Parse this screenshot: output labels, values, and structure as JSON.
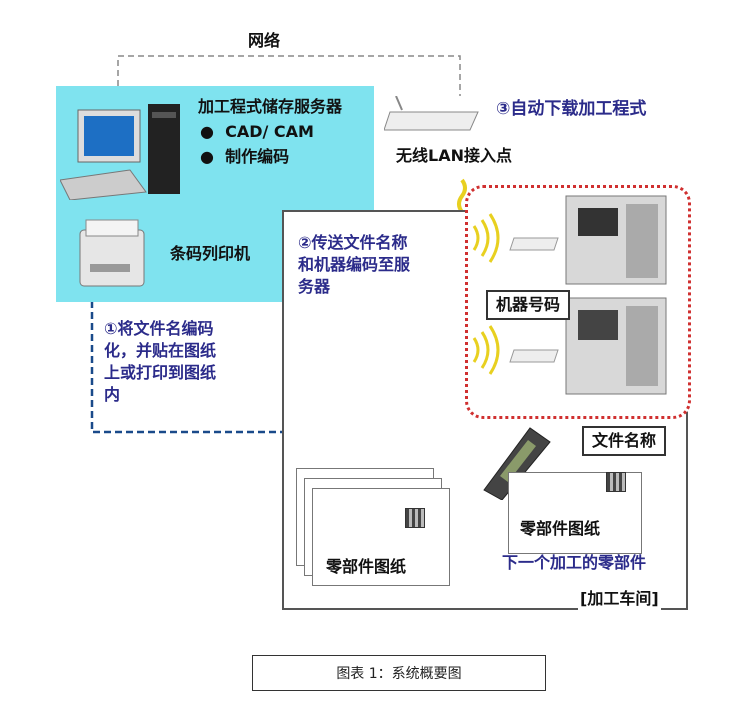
{
  "network_label": "网络",
  "server": {
    "title": "加工程式储存服务器",
    "items": [
      "CAD/ CAM",
      "制作编码"
    ],
    "bullet": "●"
  },
  "printer_label": "条码列印机",
  "access_point": {
    "step": "③自动下载加工程式",
    "label": "无线LAN接入点"
  },
  "step1": [
    "①将文件名编码",
    "化，并贴在图纸",
    "上或打印到图纸",
    "内"
  ],
  "step2": [
    "②传送文件名称",
    "和机器编码至服",
    "务器"
  ],
  "machine_number_label": "机器号码",
  "file_name_label": "文件名称",
  "drawing_left_label": "零部件图纸",
  "drawing_right_label": "零部件图纸",
  "next_part_label": "下一个加工的零部件",
  "workshop_label": "[加工车间]",
  "caption": "图表 1：系统概要图",
  "colors": {
    "server_zone": "#7fe3ef",
    "step_text": "#2b2b8a",
    "dotted_border": "#d03030",
    "arrow": "#d02020",
    "dashed_blue": "#1a4a8a",
    "wave": "#e8d020"
  }
}
